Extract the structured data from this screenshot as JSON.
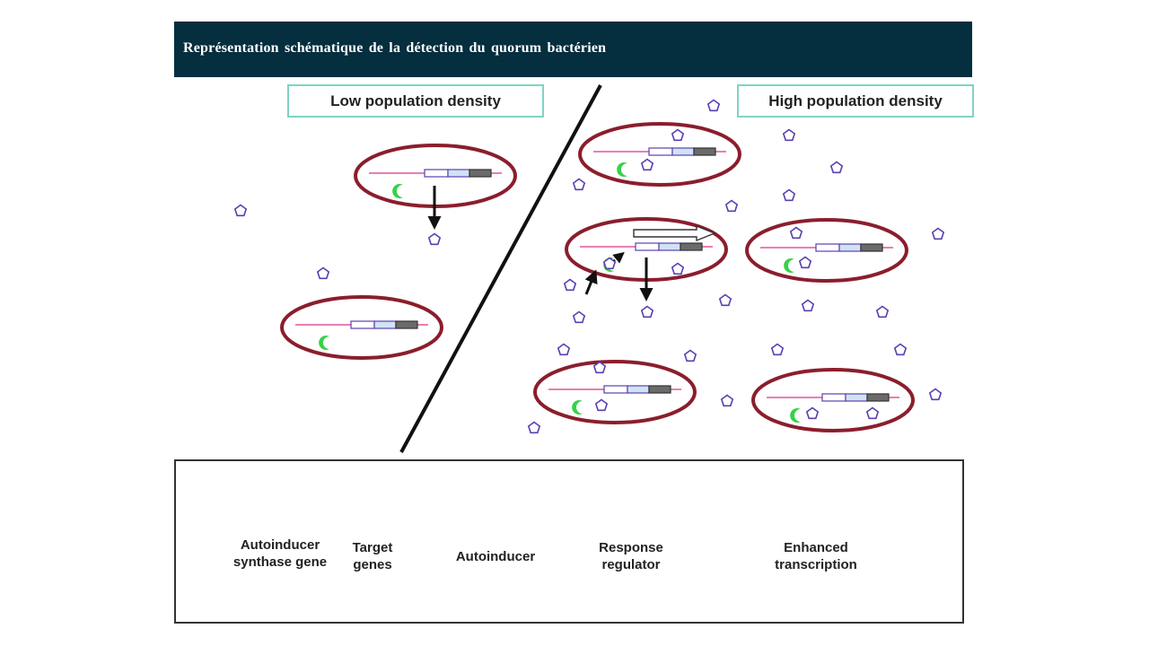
{
  "header": {
    "title": "Représentation schématique  de la détection  du quorum bactérien"
  },
  "panels": {
    "low_label": "Low population density",
    "high_label": "High population density"
  },
  "legend": {
    "synthase_line1": "Autoinducer",
    "synthase_line2": "synthase gene",
    "target_line1": "Target",
    "target_line2": "genes",
    "autoinducer": "Autoinducer",
    "response_line1": "Response",
    "response_line2": "regulator",
    "enhanced_line1": "Enhanced",
    "enhanced_line2": "transcription"
  },
  "colors": {
    "header_bg": "#052e3e",
    "cell_outline": "#8b1e2c",
    "dna_line": "#e0559a",
    "autoinducer": "#5b3fb0",
    "response_regulator": "#36d14a",
    "label_border": "#7fd3c4"
  }
}
